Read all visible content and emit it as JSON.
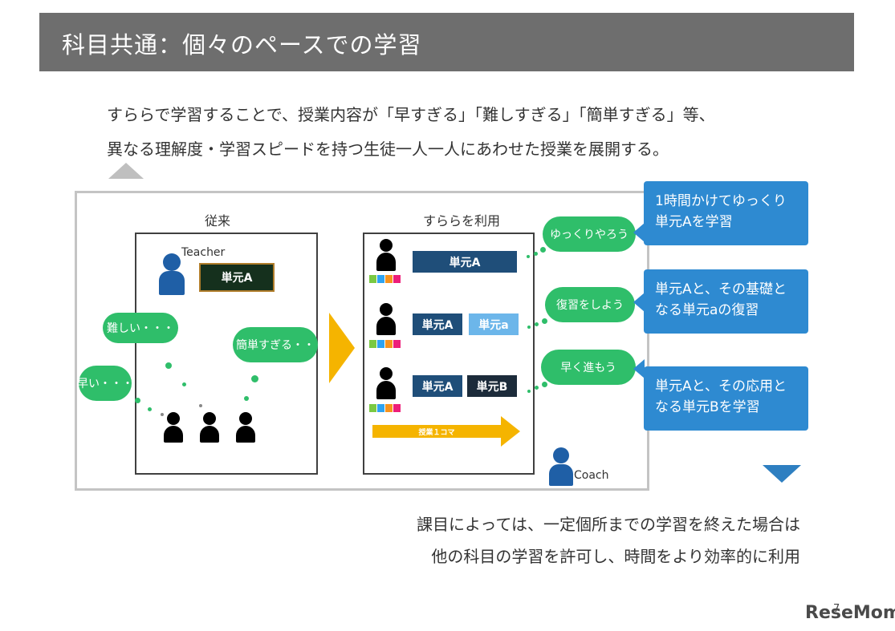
{
  "header": {
    "title": "科目共通：個々のペースでの学習"
  },
  "intro": {
    "line1": "すららで学習することで、授業内容が「早すぎる」「難しすぎる」「簡単すぎる」等、",
    "line2": "異なる理解度・学習スピードを持つ生徒一人一人にあわせた授業を展開する。"
  },
  "traditional": {
    "heading": "従来",
    "teacher_label": "Teacher",
    "blackboard": "単元A",
    "clouds": [
      "難しい・・・",
      "早い・・・",
      "簡単すぎる・・"
    ]
  },
  "surara": {
    "heading": "すららを利用",
    "rows": [
      {
        "units": [
          "単元A"
        ],
        "cloud": "ゆっくりやろう"
      },
      {
        "units": [
          "単元A",
          "単元a"
        ],
        "cloud": "復習をしよう"
      },
      {
        "units": [
          "単元A",
          "単元B"
        ],
        "cloud": "早く進もう"
      }
    ],
    "period_arrow": "授業１コマ",
    "coach_label": "Coach"
  },
  "callouts": [
    {
      "line1": "1時間かけてゆっくり",
      "line2": "単元Aを学習"
    },
    {
      "line1": "単元Aと、その基礎と",
      "line2": "なる単元aの復習"
    },
    {
      "line1": "単元Aと、その応用と",
      "line2": "なる単元Bを学習"
    }
  ],
  "bottom": {
    "line1": "課目によっては、一定個所までの学習を終えた場合は",
    "line2": "他の科目の学習を許可し、時間をより効率的に利用"
  },
  "footer": {
    "page_number": "7",
    "brand": "ReseMom"
  },
  "colors": {
    "header_bg": "#6e6e6e",
    "cloud_green": "#2fbe6a",
    "unit_navy": "#1f4e79",
    "unit_light": "#6cb6ea",
    "unit_dark": "#1c2b3a",
    "callout_blue": "#2e8ad1",
    "arrow_yellow": "#f5b400",
    "teacher_blue": "#1f5fa6"
  }
}
